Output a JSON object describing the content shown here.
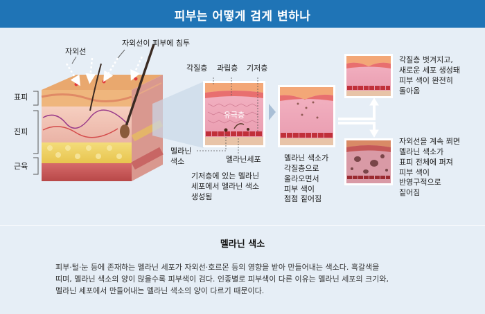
{
  "header": {
    "title": "피부는 어떻게 검게 변하나"
  },
  "diagram": {
    "uv": "자외선",
    "uv_penetration": "자외선이 피부에 침투",
    "layers": {
      "epidermis": "표피",
      "dermis": "진피",
      "muscle": "근육"
    },
    "panel1": {
      "stratum_corneum": "각질층",
      "granular_layer": "과립층",
      "basal_layer": "기저층",
      "spinous_layer": "유극층",
      "melanocyte_label": [
        "멜라닌",
        "색소"
      ],
      "melanin_cell": "멜라닌세포",
      "caption": [
        "기저층에 있는 멜라닌",
        "세포에서 멜라닌 색소",
        "생성됨"
      ]
    },
    "panel2": {
      "caption": [
        "멜라닌 색소가",
        "각질층으로",
        "올라오면서",
        "피부 색이",
        "점점 짙어짐"
      ]
    },
    "panel3": {
      "caption": [
        "각질층 벗겨지고,",
        "새로운 세포 생성돼",
        "피부 색이 완전히",
        "돌아옴"
      ]
    },
    "panel4": {
      "caption": [
        "자외선을 계속 쬐면",
        "멜라닌 색소가",
        "표피 전체에 퍼져",
        "피부 색이",
        "반영구적으로",
        "짙어짐"
      ]
    }
  },
  "section": {
    "title": "멜라닌 색소",
    "body": [
      "피부·털·눈 등에 존재하는 멜라닌 세포가 자외선·호르몬 등의 영향을 받아 만들어내는 색소다. 흑갈색을",
      "띠며, 멜라닌 색소의 양이 많을수록 피부색이 검다. 인종별로 피부색이 다른 이유는 멜라닌 세포의 크기와,",
      "멜라닌 세포에서 만들어내는 멜라닌 색소의 양이 다르기 때문이다."
    ]
  }
}
